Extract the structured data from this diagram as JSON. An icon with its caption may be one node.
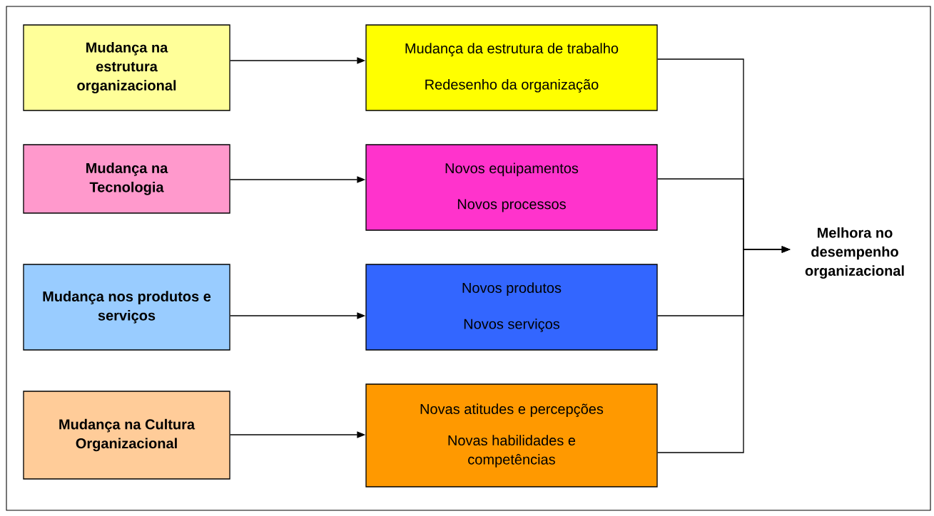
{
  "diagram": {
    "nodes": [
      {
        "text": [
          "Mudança na estrutura organizacional"
        ]
      },
      {
        "text": [
          "Mudança da estrutura de trabalho",
          "Redesenho da organização"
        ]
      },
      {
        "text": [
          "Mudança na Tecnologia"
        ]
      },
      {
        "text": [
          "Novos equipamentos",
          "Novos processos"
        ]
      },
      {
        "text": [
          "Mudança nos produtos e serviços"
        ]
      },
      {
        "text": [
          "Novos produtos",
          "Novos serviços"
        ]
      },
      {
        "text": [
          "Mudança na Cultura Organizacional"
        ]
      },
      {
        "text": [
          "Novas atitudes e percepções",
          "Novas habilidades e competências"
        ]
      },
      {
        "text": [
          "Melhora no desempenho organizacional"
        ]
      }
    ],
    "edges": [
      {
        "from": 0,
        "to": 1,
        "arrow": "to"
      },
      {
        "from": 2,
        "to": 3,
        "arrow": "to"
      },
      {
        "from": 4,
        "to": 5,
        "arrow": "to"
      },
      {
        "from": 6,
        "to": 7,
        "arrow": "to"
      },
      {
        "from": 1,
        "to": 8,
        "arrow": "to"
      },
      {
        "from": 3,
        "to": 8,
        "arrow": "to"
      },
      {
        "from": 5,
        "to": 8,
        "arrow": "to"
      },
      {
        "from": 7,
        "to": 8,
        "arrow": "to"
      }
    ]
  }
}
